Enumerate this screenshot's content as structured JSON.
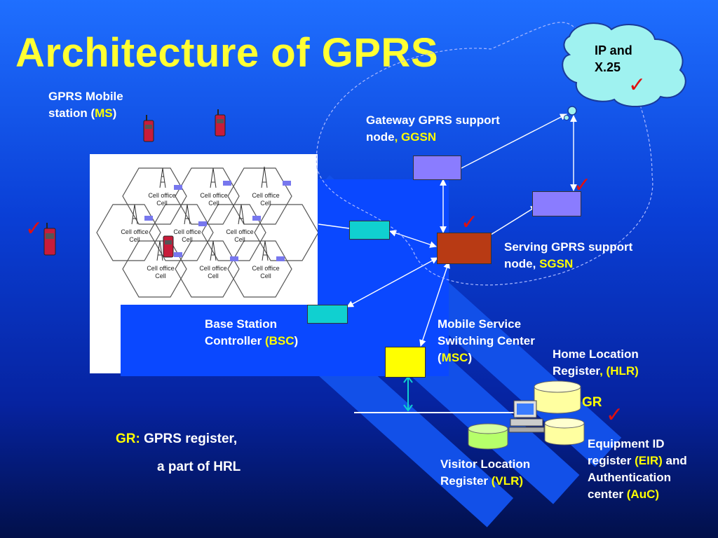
{
  "title": "Architecture of GPRS",
  "labels": {
    "ms_line1": "GPRS Mobile",
    "ms_line2_prefix": "station (",
    "ms_abbr": "MS",
    "ms_suffix": ")",
    "ggsn_line1": "Gateway GPRS support",
    "ggsn_line2_prefix": "node",
    "ggsn_abbr": ", GGSN",
    "sgsn_line1": "Serving  GPRS support",
    "sgsn_line2_prefix": "node, ",
    "sgsn_abbr": "SGSN",
    "bsc_line1": "Base  Station",
    "bsc_line2_prefix": "Controller ",
    "bsc_abbr": "(BSC",
    "bsc_suffix": ")",
    "msc_line1": "Mobile Service",
    "msc_line2": "Switching Center",
    "msc_line3_prefix": "(",
    "msc_abbr": "MSC",
    "msc_suffix": ")",
    "hlr_line1": "Home Location",
    "hlr_line2_prefix": "Register",
    "hlr_abbr": ", (HLR)",
    "gr": "GR",
    "vlr_line1": "Visitor Location",
    "vlr_line2_prefix": "Register ",
    "vlr_abbr": "(VLR)",
    "eir_line1": "Equipment ID",
    "eir_line2_prefix": "register ",
    "eir_abbr": "(EIR)",
    "eir_line2_suffix": " and",
    "eir_line3": "Authentication",
    "eir_line4_prefix": "center ",
    "eir_abbr2": "(AuC)",
    "cloud_line1": "IP and",
    "cloud_line2": "X.25"
  },
  "note": {
    "gr_key": "GR:",
    "gr_text": " GPRS register,",
    "gr_text2": "a part of HRL"
  },
  "cell_label_line1": "Cell office",
  "cell_label_line2": "Cell",
  "colors": {
    "title": "#ffff33",
    "highlight": "#ffff00",
    "bsc_box": "#10d0d0",
    "ggsn_box": "#8a7cff",
    "sgsn_box": "#b83a14",
    "msc_box": "#ffff00",
    "db_green": "#b6ff6a",
    "db_yellow": "#ffffa0",
    "check": "#e01010"
  },
  "icons": [
    "check-icon",
    "mobile-phone-icon",
    "database-icon",
    "computer-icon",
    "cloud-icon",
    "antenna-tower-icon"
  ]
}
